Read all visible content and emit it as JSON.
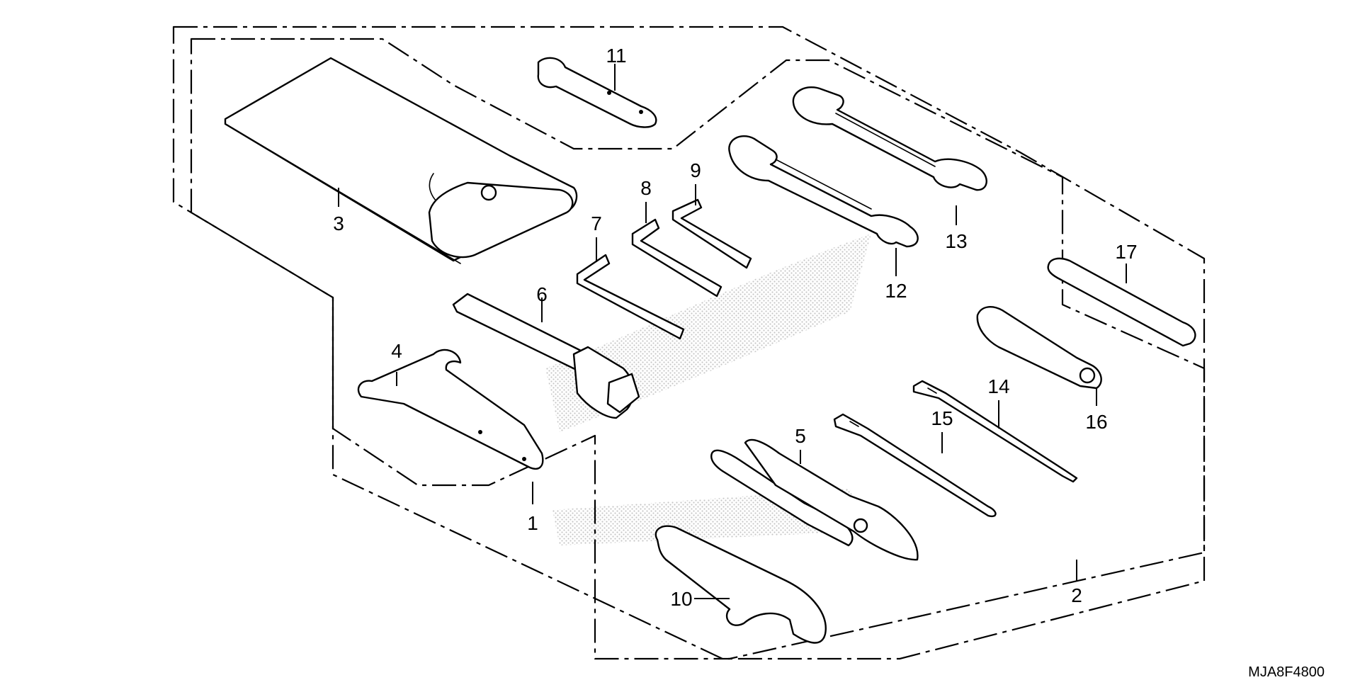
{
  "diagram": {
    "part_code": "MJA8F4800",
    "callouts": [
      "1",
      "2",
      "3",
      "4",
      "5",
      "6",
      "7",
      "8",
      "9",
      "10",
      "11",
      "12",
      "13",
      "14",
      "15",
      "16",
      "17"
    ]
  }
}
